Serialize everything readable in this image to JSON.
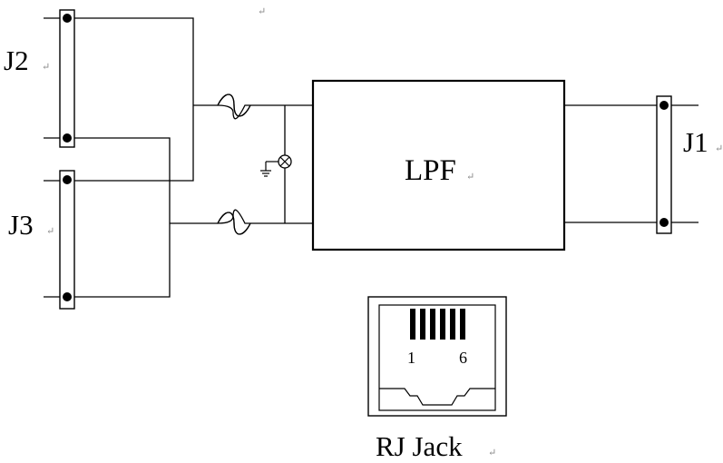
{
  "labels": {
    "j2": "J2",
    "j3": "J3",
    "j1": "J1",
    "lpf": "LPF",
    "pin_1": "1",
    "pin_6": "6",
    "rj_jack": "RJ Jack"
  },
  "paragraph_mark": "↵"
}
